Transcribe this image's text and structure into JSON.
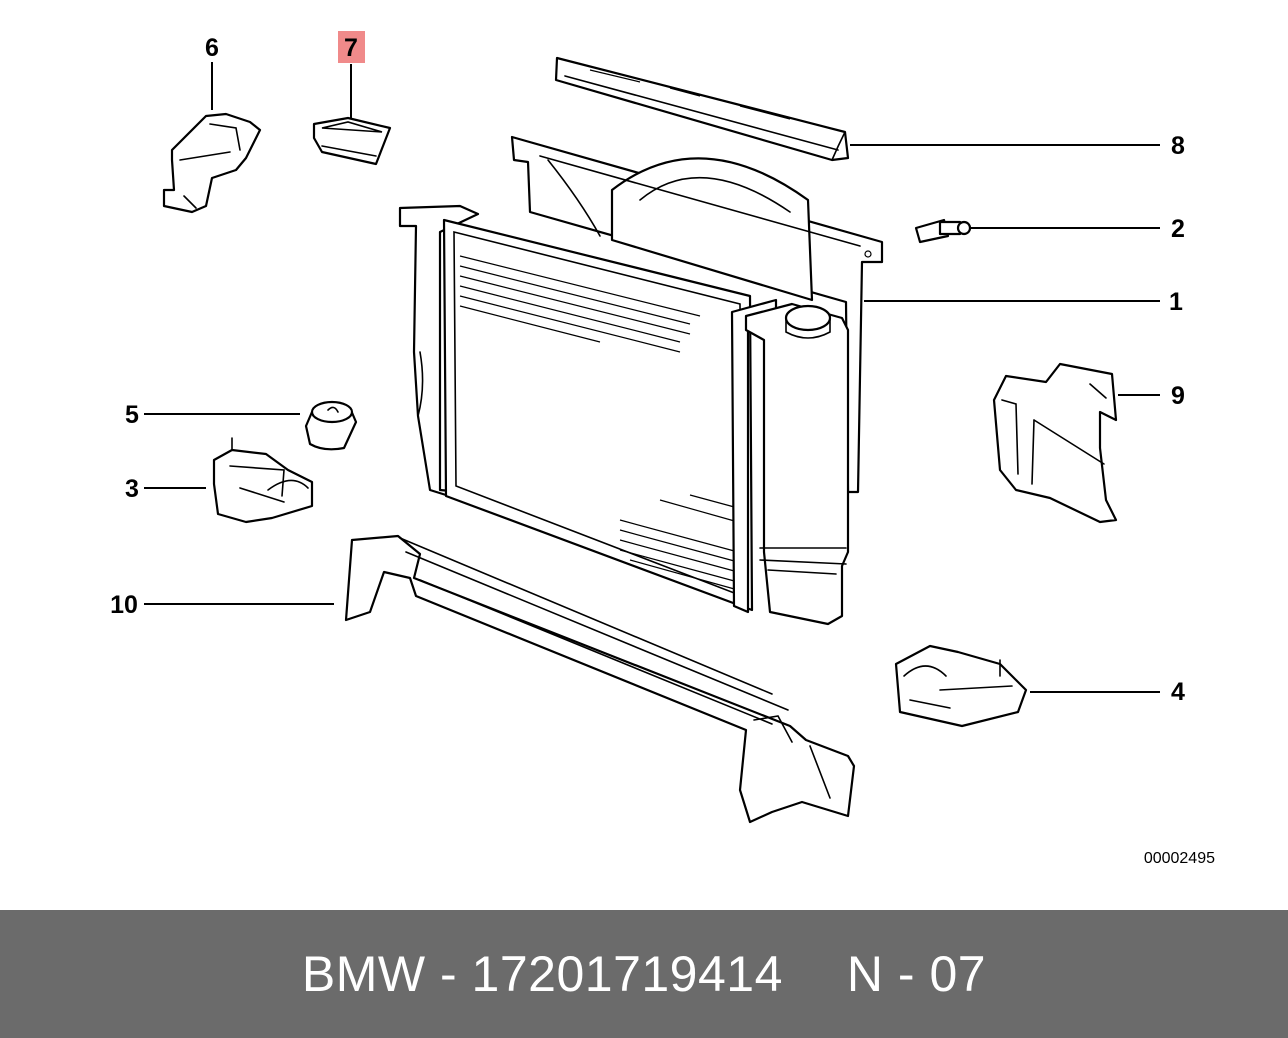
{
  "diagram": {
    "callouts": {
      "c1": "1",
      "c2": "2",
      "c3": "3",
      "c4": "4",
      "c5": "5",
      "c6": "6",
      "c7": "7",
      "c8": "8",
      "c9": "9",
      "c10": "10"
    },
    "highlighted_callout": "7",
    "highlight_color": "#f08a8a",
    "reference_code": "00002495"
  },
  "footer": {
    "part_text": "BMW - 17201719414",
    "position_text": "N - 07",
    "background_color": "#6b6b6b",
    "text_color": "#ffffff"
  }
}
